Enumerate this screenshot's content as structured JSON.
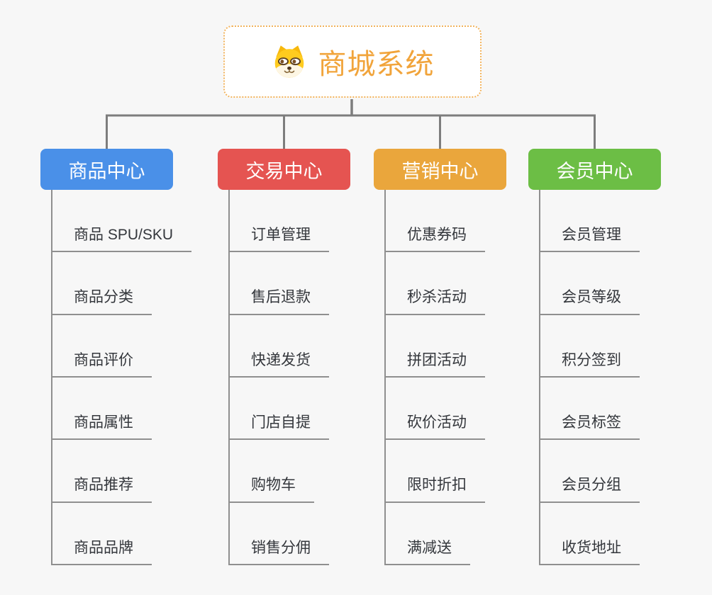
{
  "root": {
    "title": "商城系统",
    "icon": "dog-face-icon",
    "border_color": "#f2b35c",
    "title_color": "#f1a43b",
    "background": "#ffffff"
  },
  "branches": [
    {
      "label": "商品中心",
      "color": "#4a90e8",
      "items": [
        "商品 SPU/SKU",
        "商品分类",
        "商品评价",
        "商品属性",
        "商品推荐",
        "商品品牌"
      ]
    },
    {
      "label": "交易中心",
      "color": "#e55451",
      "items": [
        "订单管理",
        "售后退款",
        "快递发货",
        "门店自提",
        "购物车",
        "销售分佣"
      ]
    },
    {
      "label": "营销中心",
      "color": "#eaa63c",
      "items": [
        "优惠券码",
        "秒杀活动",
        "拼团活动",
        "砍价活动",
        "限时折扣",
        "满减送"
      ]
    },
    {
      "label": "会员中心",
      "color": "#6cbe45",
      "items": [
        "会员管理",
        "会员等级",
        "积分签到",
        "会员标签",
        "会员分组",
        "收货地址"
      ]
    }
  ],
  "colors": {
    "connector": "#7d7d7d",
    "underline": "#8f8f8f",
    "leaf_text": "#34373c",
    "canvas_background": "#f7f7f7"
  }
}
